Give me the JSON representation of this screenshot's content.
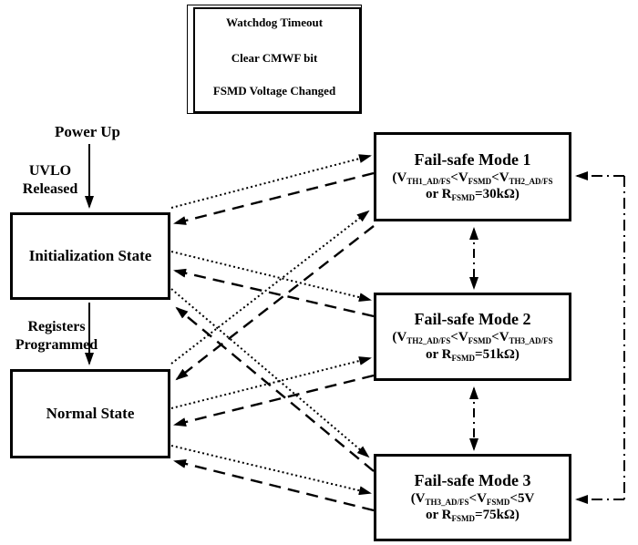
{
  "legend": {
    "items": [
      {
        "label": "Watchdog Timeout",
        "style": "dotted",
        "direction": "right"
      },
      {
        "label": "Clear CMWF bit",
        "style": "dashed",
        "direction": "left"
      },
      {
        "label": "FSMD Voltage Changed",
        "style": "dash-dot",
        "direction": "both"
      }
    ]
  },
  "flow": {
    "power_up": "Power Up",
    "uvlo": "UVLO\nReleased",
    "registers": "Registers\nProgrammed"
  },
  "states": {
    "init": "Initialization State",
    "normal": "Normal State"
  },
  "modes": [
    {
      "title": "Fail-safe Mode 1",
      "cond": [
        {
          "t": "(V"
        },
        {
          "s": "TH1_AD/FS"
        },
        {
          "t": "<V"
        },
        {
          "s": "FSMD"
        },
        {
          "t": "<V"
        },
        {
          "s": "TH2_AD/FS"
        }
      ],
      "cond2": [
        {
          "t": "or R"
        },
        {
          "s": "FSMD"
        },
        {
          "t": "=30kΩ)"
        }
      ]
    },
    {
      "title": "Fail-safe Mode 2",
      "cond": [
        {
          "t": "(V"
        },
        {
          "s": "TH2_AD/FS"
        },
        {
          "t": "<V"
        },
        {
          "s": "FSMD"
        },
        {
          "t": "<V"
        },
        {
          "s": "TH3_AD/FS"
        }
      ],
      "cond2": [
        {
          "t": "or R"
        },
        {
          "s": "FSMD"
        },
        {
          "t": "=51kΩ)"
        }
      ]
    },
    {
      "title": "Fail-safe Mode 3",
      "cond": [
        {
          "t": "(V"
        },
        {
          "s": "TH3_AD/FS"
        },
        {
          "t": "<V"
        },
        {
          "s": "FSMD"
        },
        {
          "t": "<5V"
        }
      ],
      "cond2": [
        {
          "t": "or R"
        },
        {
          "s": "FSMD"
        },
        {
          "t": "=75kΩ)"
        }
      ]
    }
  ],
  "connections": [
    {
      "from": "Power Up",
      "to": "Initialization State",
      "type": "solid",
      "label": "UVLO Released"
    },
    {
      "from": "Initialization State",
      "to": "Normal State",
      "type": "solid",
      "label": "Registers Programmed"
    },
    {
      "from": "Initialization State",
      "to": "Fail-safe Mode 1",
      "type": "dotted",
      "meaning": "Watchdog Timeout"
    },
    {
      "from": "Initialization State",
      "to": "Fail-safe Mode 2",
      "type": "dotted",
      "meaning": "Watchdog Timeout"
    },
    {
      "from": "Initialization State",
      "to": "Fail-safe Mode 3",
      "type": "dotted",
      "meaning": "Watchdog Timeout"
    },
    {
      "from": "Normal State",
      "to": "Fail-safe Mode 1",
      "type": "dotted",
      "meaning": "Watchdog Timeout"
    },
    {
      "from": "Normal State",
      "to": "Fail-safe Mode 2",
      "type": "dotted",
      "meaning": "Watchdog Timeout"
    },
    {
      "from": "Normal State",
      "to": "Fail-safe Mode 3",
      "type": "dotted",
      "meaning": "Watchdog Timeout"
    },
    {
      "from": "Fail-safe Mode 1",
      "to": "Initialization State",
      "type": "dashed",
      "meaning": "Clear CMWF bit"
    },
    {
      "from": "Fail-safe Mode 2",
      "to": "Initialization State",
      "type": "dashed",
      "meaning": "Clear CMWF bit"
    },
    {
      "from": "Fail-safe Mode 3",
      "to": "Initialization State",
      "type": "dashed",
      "meaning": "Clear CMWF bit"
    },
    {
      "from": "Fail-safe Mode 1",
      "to": "Normal State",
      "type": "dashed",
      "meaning": "Clear CMWF bit"
    },
    {
      "from": "Fail-safe Mode 2",
      "to": "Normal State",
      "type": "dashed",
      "meaning": "Clear CMWF bit"
    },
    {
      "from": "Fail-safe Mode 3",
      "to": "Normal State",
      "type": "dashed",
      "meaning": "Clear CMWF bit"
    },
    {
      "from": "Fail-safe Mode 1",
      "to": "Fail-safe Mode 2",
      "type": "dash-dot",
      "direction": "both",
      "meaning": "FSMD Voltage Changed"
    },
    {
      "from": "Fail-safe Mode 2",
      "to": "Fail-safe Mode 3",
      "type": "dash-dot",
      "direction": "both",
      "meaning": "FSMD Voltage Changed"
    },
    {
      "from": "Fail-safe Mode 1",
      "to": "Fail-safe Mode 3",
      "type": "dash-dot",
      "direction": "both",
      "meaning": "FSMD Voltage Changed"
    }
  ],
  "colors": {
    "line": "#000000",
    "background": "#ffffff"
  }
}
